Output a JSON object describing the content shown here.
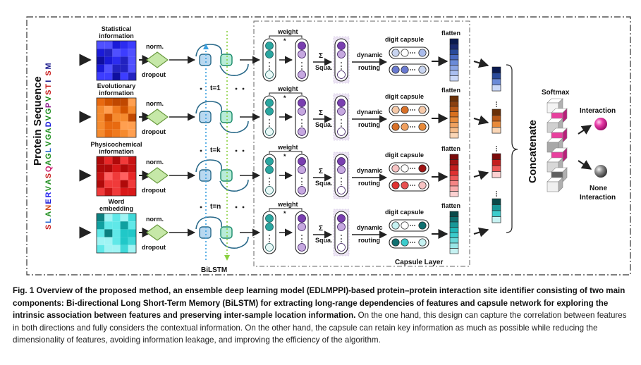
{
  "figure": {
    "protein_sequence_label": "Protein  Sequence",
    "sequence": "MSITSVPGVDAGVLGAQSAVRENALS",
    "features": [
      {
        "title_line1": "Statistical",
        "title_line2": "information",
        "palette": [
          "#1a1ad8",
          "#2c2cf0",
          "#3d3dff",
          "#0f0fa0",
          "#5050ff",
          "#2222c0"
        ]
      },
      {
        "title_line1": "Evolutionary",
        "title_line2": "information",
        "palette": [
          "#e86a10",
          "#f58a2e",
          "#d25400",
          "#ff9f50",
          "#c04800",
          "#f07a1e"
        ]
      },
      {
        "title_line1": "Physicochemical",
        "title_line2": "information",
        "palette": [
          "#d81818",
          "#f03a3a",
          "#b00a0a",
          "#ff6060",
          "#c81414",
          "#e82828"
        ]
      },
      {
        "title_line1": "Word",
        "title_line2": "embedding",
        "palette": [
          "#20c8c8",
          "#60e8e8",
          "#10a0a0",
          "#a0f4f4",
          "#0c8080",
          "#40d8d8"
        ]
      }
    ],
    "norm_label": "norm.",
    "dropout_label": "dropout",
    "time_labels": [
      "t=1",
      "t=k",
      "t=n"
    ],
    "bilstm_label": "BiLSTM",
    "weight_label": "weight",
    "star_label": "*",
    "sigma_label": "Σ",
    "squa_label": "Squa.",
    "dynamic_label": "dynamic",
    "routing_label": "routing",
    "digit_capsule_label": "digit capsule",
    "flatten_label": "flatten",
    "capsule_layer_label": "Capsule Layer",
    "concatenate_label": "Concatenate",
    "softmax_label": "Softmax",
    "interaction_label": "Interaction",
    "none_interaction_line1": "None",
    "none_interaction_line2": "Interaction",
    "colors": {
      "teal": "#2aa6a0",
      "purple": "#7a3fb0",
      "lavender": "#c6a8e0",
      "pink": "#e0409e",
      "blue_dotted": "#3aa0e0",
      "green_dotted": "#8ad040"
    }
  },
  "caption": {
    "bold": "Fig. 1 Overview of the proposed method, an ensemble deep learning model (EDLMPPI)-based protein–protein interaction site identifier consisting of two main components: Bi-directional Long Short-Term Memory (BiLSTM) for extracting long-range dependencies of features and capsule network for exploring the intrinsic association between features and preserving inter-sample location information.",
    "normal": " On the one hand, this design can capture the correlation between features in both directions and fully considers the contextual information. On the other hand, the capsule can retain key information as much as possible while reducing the dimensionality of features, avoiding information leakage, and improving the efficiency of the algorithm."
  }
}
